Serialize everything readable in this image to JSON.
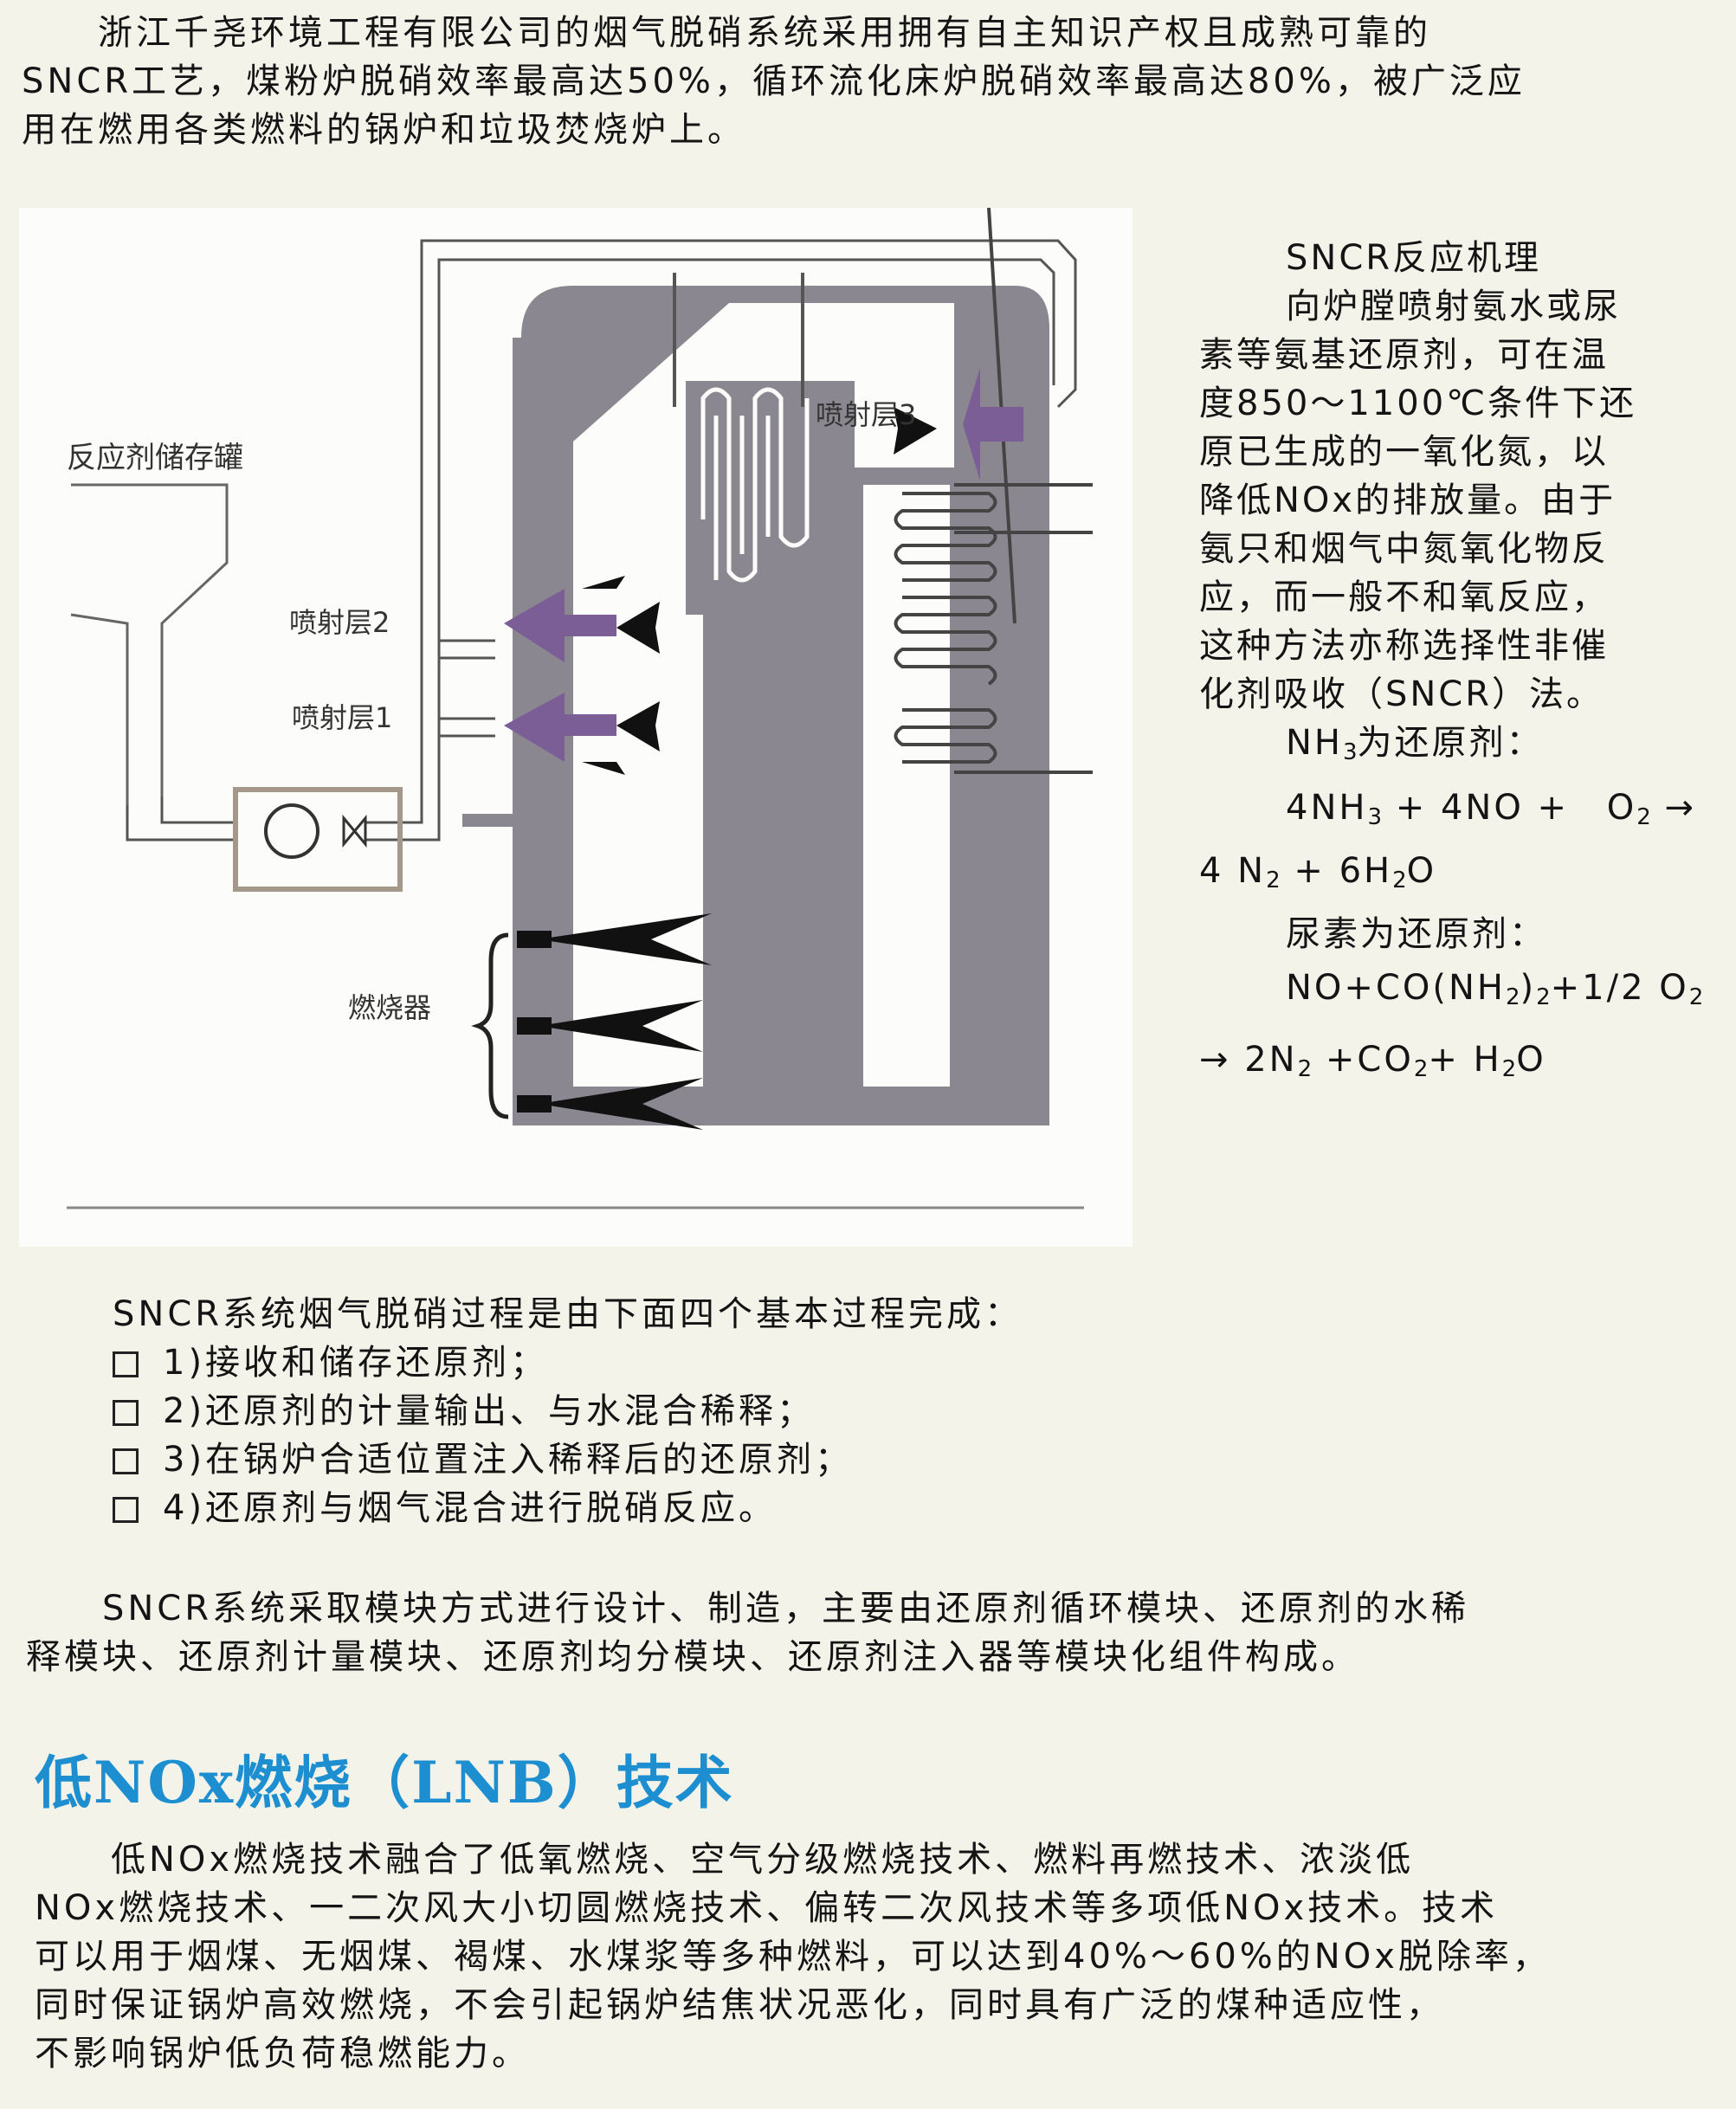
{
  "intro": {
    "lines": [
      "　　浙江千尧环境工程有限公司的烟气脱硝系统采用拥有自主知识产权且成熟可靠的",
      "SNCR工艺，煤粉炉脱硝效率最高达50%，循环流化床炉脱硝效率最高达80%，被广泛应",
      "用在燃用各类燃料的锅炉和垃圾焚烧炉上。"
    ]
  },
  "diagram": {
    "labels": {
      "tank": "反应剂储存罐",
      "layer3": "喷射层3",
      "layer2": "喷射层2",
      "layer1": "喷射层1",
      "burner": "燃烧器"
    },
    "colors": {
      "furnace": "#8a8790",
      "arrow": "#7a5e95",
      "pipe": "#555555",
      "pump_box": "#a39889"
    }
  },
  "mechanism": {
    "title": "SNCR反应机理",
    "lines": [
      "向炉膛喷射氨水或尿",
      "素等氨基还原剂，可在温",
      "度850～1100℃条件下还",
      "原已生成的一氧化氮，以",
      "降低NOx的排放量。由于",
      "氨只和烟气中氮氧化物反",
      "应，而一般不和氧反应，",
      "这种方法亦称选择性非催",
      "化剂吸收（SNCR）法。"
    ],
    "nh3_prefix": "NH",
    "nh3_sub": "3",
    "nh3_suffix": "为还原剂：",
    "eq1": {
      "a": "4NH",
      "a_sub": "3",
      "b": " + 4NO + ",
      "c": "O",
      "c_sub": "2",
      "arrow": " →",
      "d": "4 N",
      "d_sub": "2",
      "e": " + 6H",
      "e_sub": "2",
      "f": "O"
    },
    "urea_label": "尿素为还原剂：",
    "eq2": {
      "a": "NO+CO(NH",
      "a_sub": "2",
      "b": ")",
      "b_sub": "2",
      "c": "+1/2 O",
      "c_sub": "2",
      "d": "→ 2N",
      "d_sub": "2",
      "e": " +CO",
      "e_sub": "2",
      "f": "+ H",
      "f_sub": "2",
      "g": "O"
    }
  },
  "steps": {
    "intro": "SNCR系统烟气脱硝过程是由下面四个基本过程完成：",
    "items": [
      "1)接收和储存还原剂；",
      "2)还原剂的计量输出、与水混合稀释；",
      "3)在锅炉合适位置注入稀释后的还原剂；",
      "4)还原剂与烟气混合进行脱硝反应。"
    ]
  },
  "modules": {
    "lines": [
      "　　SNCR系统采取模块方式进行设计、制造，主要由还原剂循环模块、还原剂的水稀",
      "释模块、还原剂计量模块、还原剂均分模块、还原剂注入器等模块化组件构成。"
    ]
  },
  "lnb": {
    "heading": "低NOx燃烧（LNB）技术",
    "lines": [
      "　　低NOx燃烧技术融合了低氧燃烧、空气分级燃烧技术、燃料再燃技术、浓淡低",
      "NOx燃烧技术、一二次风大小切圆燃烧技术、偏转二次风技术等多项低NOx技术。技术",
      "可以用于烟煤、无烟煤、褐煤、水煤浆等多种燃料，可以达到40%～60%的NOx脱除率，",
      "同时保证锅炉高效燃烧，不会引起锅炉结焦状况恶化，同时具有广泛的煤种适应性，",
      "不影响锅炉低负荷稳燃能力。"
    ]
  }
}
